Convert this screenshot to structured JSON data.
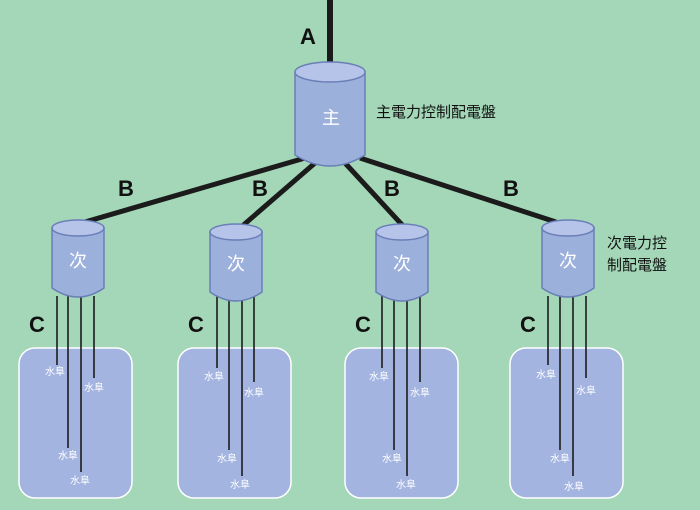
{
  "labels": {
    "a": "A",
    "b": "B",
    "c": "C"
  },
  "main_panel": {
    "symbol": "主",
    "caption": "主電力控制配電盤"
  },
  "sub_panel": {
    "symbol": "次",
    "caption_line1": "次電力控",
    "caption_line2": "制配電盤"
  },
  "pump_label": "水阜",
  "colors": {
    "background": "#a3d7b8",
    "cylinder": "#9cb0dc",
    "cylinder_stroke": "#6a7eb8",
    "pool": "#a3b4e0",
    "pool_stroke": "#ffffff",
    "line": "#1b1b1b"
  }
}
